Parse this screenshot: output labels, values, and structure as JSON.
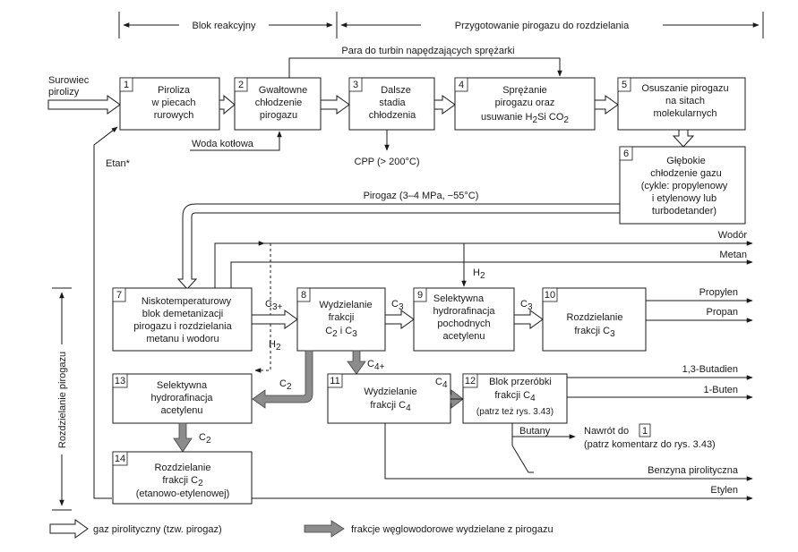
{
  "header": {
    "left": "Blok reakcyjny",
    "right": "Przygotowanie pirogazu do rozdzielania"
  },
  "side_label": "Rozdzielanie pirogazu",
  "feed": [
    "Surowiec",
    "pirolizy"
  ],
  "steam_label": "Para do turbin napędzających sprężarki",
  "boiler_water": "Woda kotłowa",
  "cpp": "CPP (> 200°C)",
  "ethane": "Etan*",
  "pyrogas": "Pirogaz (3–4 MPa, −55°C)",
  "h2_top": "H",
  "h2_left": "H",
  "h2_sub": "2",
  "boxes": {
    "b1": {
      "num": "1",
      "lines": [
        "Piroliza",
        "w piecach",
        "rurowych"
      ]
    },
    "b2": {
      "num": "2",
      "lines": [
        "Gwałtowne",
        "chłodzenie",
        "pirogazu"
      ]
    },
    "b3": {
      "num": "3",
      "lines": [
        "Dalsze",
        "stadia",
        "chłodzenia"
      ]
    },
    "b4": {
      "num": "4",
      "lines": [
        "Sprężanie",
        "pirogazu oraz",
        "usuwanie H",
        "i CO"
      ],
      "sub1": "2",
      "sub2": "S",
      "sub3": "2"
    },
    "b5": {
      "num": "5",
      "lines": [
        "Osuszanie pirogazu",
        "na sitach",
        "molekularnych"
      ]
    },
    "b6": {
      "num": "6",
      "lines": [
        "Głębokie",
        "chłodzenie gazu",
        "(cykle: propylenowy",
        "i etylenowy lub",
        "turbodetander)"
      ]
    },
    "b7": {
      "num": "7",
      "lines": [
        "Niskotemperaturowy",
        "blok demetanizacji",
        "pirogazu i rozdzielania",
        "metanu i wodoru"
      ]
    },
    "b8": {
      "num": "8",
      "lines": [
        "Wydzielanie",
        "frakcji",
        "C",
        " i C"
      ],
      "sub1": "2",
      "sub2": "3"
    },
    "b9": {
      "num": "9",
      "lines": [
        "Selektywna",
        "hydrorafinacja",
        "pochodnych",
        "acetylenu"
      ]
    },
    "b10": {
      "num": "10",
      "lines": [
        "Rozdzielanie",
        "frakcji C"
      ],
      "sub": "3"
    },
    "b11": {
      "num": "11",
      "lines": [
        "Wydzielanie",
        "frakcji C"
      ],
      "sub": "4"
    },
    "b12": {
      "num": "12",
      "lines": [
        "Blok przeróbki",
        "frakcji C",
        "(patrz też rys. 3.43)"
      ],
      "sub": "4"
    },
    "b13": {
      "num": "13",
      "lines": [
        "Selektywna",
        "hydrorafinacja",
        "acetylenu"
      ]
    },
    "b14": {
      "num": "14",
      "lines": [
        "Rozdzielanie",
        "frakcji C",
        "(etanowo-etylenowej)"
      ],
      "sub": "2"
    }
  },
  "streams": {
    "c3plus": "C",
    "c3plus_sub": "3+",
    "c3a": "C",
    "c3b": "C",
    "c3_sub": "3",
    "c4plus": "C",
    "c4plus_sub": "4+",
    "c4": "C",
    "c4_sub": "4",
    "c2a": "C",
    "c2b": "C",
    "c2_sub": "2"
  },
  "products": {
    "wodor": "Wodór",
    "metan": "Metan",
    "propylen": "Propylen",
    "propan": "Propan",
    "butadien": "1,3-Butadien",
    "buten": "1-Buten",
    "butany": "Butany",
    "nawrot": "Nawrót do",
    "nawrot_num": "1",
    "komentarz": "(patrz komentarz do rys. 3.43)",
    "benzyna": "Benzyna pirolityczna",
    "etylen": "Etylen"
  },
  "legend": {
    "hollow": "gaz pirolityczny (tzw. pirogaz)",
    "grey": "frakcje węglowodorowe wydzielane z pirogazu"
  }
}
